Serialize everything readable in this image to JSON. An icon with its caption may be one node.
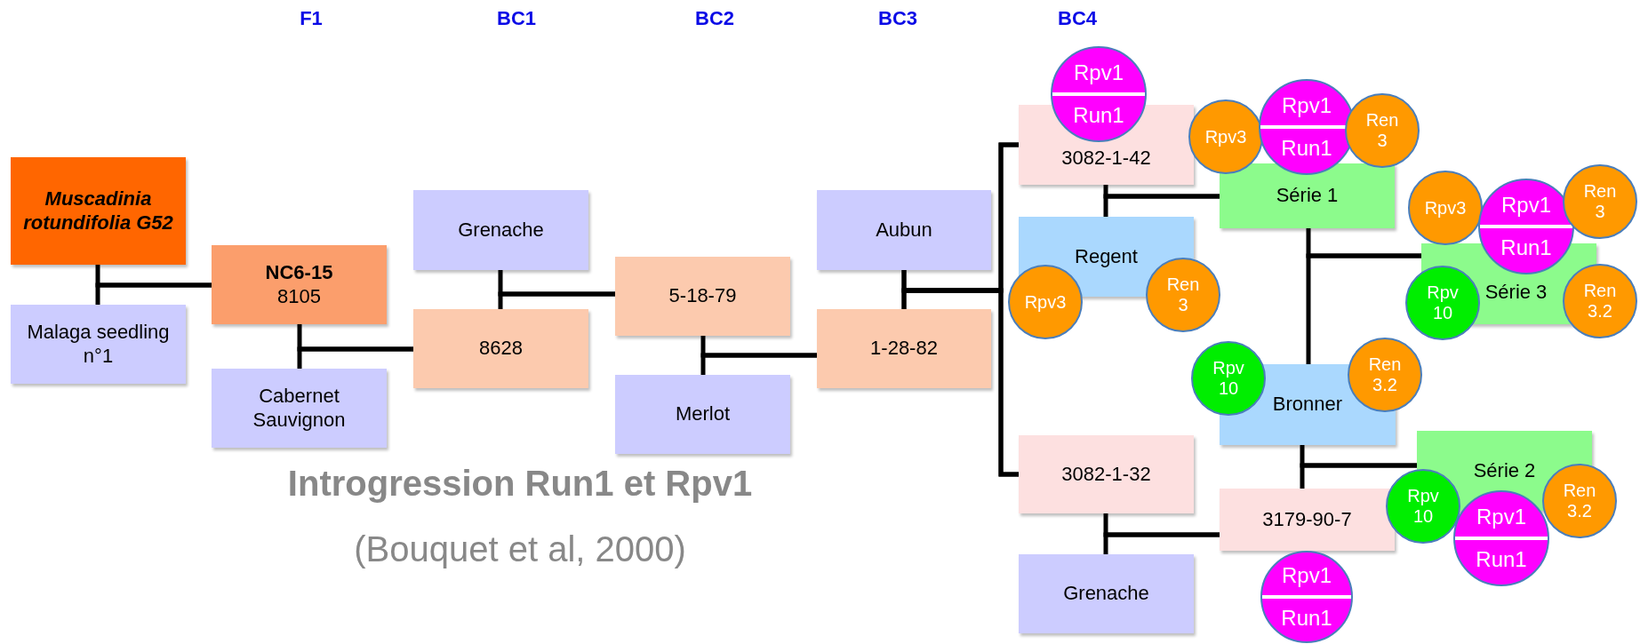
{
  "diagram": {
    "title": "Introgression Run1 et Rpv1",
    "caption": "(Bouquet et al, 2000)",
    "nodes": [
      {
        "text": [
          "Muscadinia rotundifolia G52"
        ]
      },
      {
        "text": [
          "Malaga seedling n°1"
        ]
      },
      {
        "text": [
          "NC6-15",
          "8105"
        ]
      },
      {
        "text": [
          "Cabernet Sauvignon"
        ]
      },
      {
        "text": [
          "Grenache"
        ]
      },
      {
        "text": [
          "8628"
        ]
      },
      {
        "text": [
          "5-18-79"
        ]
      },
      {
        "text": [
          "Merlot"
        ]
      },
      {
        "text": [
          "Aubun"
        ]
      },
      {
        "text": [
          "1-28-82"
        ]
      },
      {
        "text": [
          "3082-1-42"
        ]
      },
      {
        "text": [
          "Regent"
        ]
      },
      {
        "text": [
          "3082-1-32"
        ]
      },
      {
        "text": [
          "Grenache"
        ]
      },
      {
        "text": [
          "Série 1"
        ]
      },
      {
        "text": [
          "Bronner"
        ]
      },
      {
        "text": [
          "Série 3"
        ]
      },
      {
        "text": [
          "3179-90-7"
        ]
      },
      {
        "text": [
          "Série 2"
        ]
      },
      {
        "text": [
          "Rpv1",
          "Run1"
        ]
      },
      {
        "text": [
          "Rpv3"
        ]
      },
      {
        "text": [
          "Rpv1",
          "Run1"
        ]
      },
      {
        "text": [
          "Ren 3"
        ]
      },
      {
        "text": [
          "Rpv3"
        ]
      },
      {
        "text": [
          "Ren 3"
        ]
      },
      {
        "text": [
          "Rpv3"
        ]
      },
      {
        "text": [
          "Rpv1",
          "Run1"
        ]
      },
      {
        "text": [
          "Ren 3"
        ]
      },
      {
        "text": [
          "Rpv 10"
        ]
      },
      {
        "text": [
          "Ren 3.2"
        ]
      },
      {
        "text": [
          "Rpv 10"
        ]
      },
      {
        "text": [
          "Ren 3.2"
        ]
      },
      {
        "text": [
          "Rpv 10"
        ]
      },
      {
        "text": [
          "Rpv1",
          "Run1"
        ]
      },
      {
        "text": [
          "Ren 3.2"
        ]
      },
      {
        "text": [
          "Rpv1",
          "Run1"
        ]
      }
    ],
    "edges": [
      {
        "from": 0,
        "to": 2,
        "arrow": "none"
      },
      {
        "from": 1,
        "to": 2,
        "arrow": "none"
      },
      {
        "from": 2,
        "to": 5,
        "arrow": "none"
      },
      {
        "from": 3,
        "to": 5,
        "arrow": "none"
      },
      {
        "from": 4,
        "to": 6,
        "arrow": "none"
      },
      {
        "from": 5,
        "to": 6,
        "arrow": "none"
      },
      {
        "from": 6,
        "to": 9,
        "arrow": "none"
      },
      {
        "from": 7,
        "to": 9,
        "arrow": "none"
      },
      {
        "from": 8,
        "to": 10,
        "arrow": "none"
      },
      {
        "from": 8,
        "to": 12,
        "arrow": "none"
      },
      {
        "from": 9,
        "to": 10,
        "arrow": "none"
      },
      {
        "from": 9,
        "to": 12,
        "arrow": "none"
      },
      {
        "from": 10,
        "to": 14,
        "arrow": "none"
      },
      {
        "from": 11,
        "to": 14,
        "arrow": "none"
      },
      {
        "from": 14,
        "to": 16,
        "arrow": "none"
      },
      {
        "from": 15,
        "to": 16,
        "arrow": "none"
      },
      {
        "from": 15,
        "to": 18,
        "arrow": "none"
      },
      {
        "from": 17,
        "to": 18,
        "arrow": "none"
      },
      {
        "from": 12,
        "to": 17,
        "arrow": "none"
      },
      {
        "from": 13,
        "to": 17,
        "arrow": "none"
      }
    ],
    "labels": [
      "F1",
      "BC1",
      "BC2",
      "BC3",
      "BC4"
    ]
  }
}
